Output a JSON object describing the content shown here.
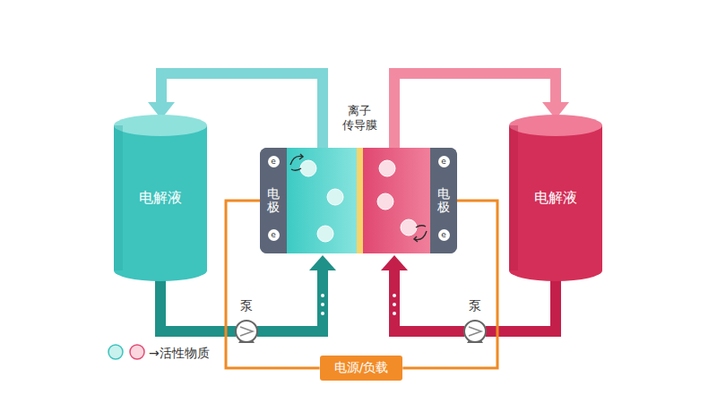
{
  "diagram": {
    "nodes": [
      {
        "text": [
          "离子 传导膜"
        ]
      },
      {
        "text": [
          "电解液"
        ]
      },
      {
        "text": [
          "电极"
        ]
      },
      {
        "text": [
          "电极"
        ]
      },
      {
        "text": [
          "电解液"
        ]
      },
      {
        "text": [
          "泵"
        ]
      },
      {
        "text": [
          "泵"
        ]
      },
      {
        "text": [
          "电源/负载"
        ]
      }
    ],
    "edges": [
      {
        "from": 1,
        "to": 5,
        "arrow": "none"
      },
      {
        "from": 4,
        "to": 6,
        "arrow": "none"
      },
      {
        "from": 2,
        "to": 7,
        "arrow": "none"
      },
      {
        "from": 7,
        "to": 3,
        "arrow": "none"
      }
    ],
    "labels": [
      "e",
      "e",
      "e",
      "e"
    ],
    "legend": [
      {
        "text": "→活性物质"
      }
    ]
  }
}
